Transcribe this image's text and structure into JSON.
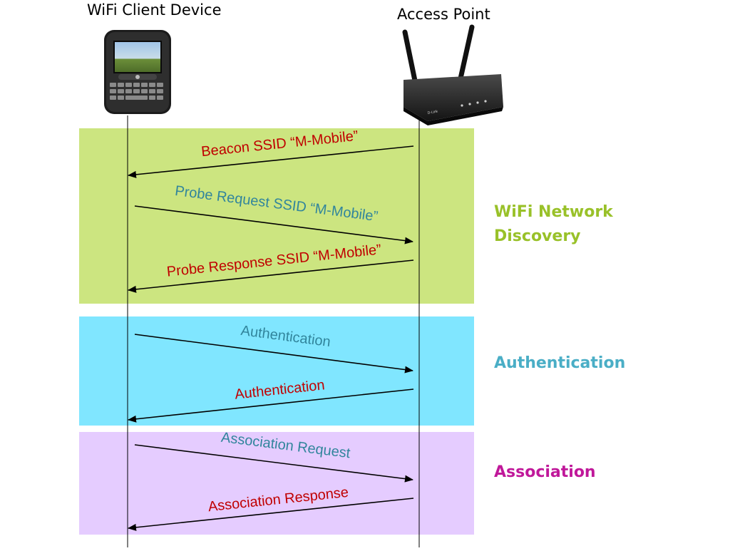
{
  "actors": {
    "client": {
      "title": "WiFi Client Device"
    },
    "ap": {
      "title": "Access Point",
      "brand": "D-Link"
    }
  },
  "phases": [
    {
      "label_lines": [
        "WiFi Network",
        "Discovery"
      ],
      "fill": "#cce580",
      "label_color": "#99c129"
    },
    {
      "label_lines": [
        "Authentication"
      ],
      "fill": "#80e6ff",
      "label_color": "#4aaec6"
    },
    {
      "label_lines": [
        "Association"
      ],
      "fill": "#e5ccff",
      "label_color": "#c0189a"
    }
  ],
  "messages": [
    {
      "label": "Beacon SSID “M-Mobile”",
      "direction": "ap-to-client",
      "color": "#c00000"
    },
    {
      "label": "Probe Request SSID “M-Mobile”",
      "direction": "client-to-ap",
      "color": "#31859c"
    },
    {
      "label": "Probe Response SSID “M-Mobile”",
      "direction": "ap-to-client",
      "color": "#c00000"
    },
    {
      "label": "Authentication",
      "direction": "client-to-ap",
      "color": "#31859c"
    },
    {
      "label": "Authentication",
      "direction": "ap-to-client",
      "color": "#c00000"
    },
    {
      "label": "Association Request",
      "direction": "client-to-ap",
      "color": "#31859c"
    },
    {
      "label": "Association Response",
      "direction": "ap-to-client",
      "color": "#c00000"
    }
  ],
  "colors": {
    "lifeline": "#000000",
    "arrow": "#000000"
  }
}
